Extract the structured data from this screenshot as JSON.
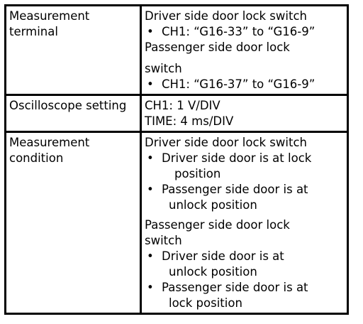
{
  "rows": [
    {
      "label": "Measurement terminal",
      "blocks": [
        {
          "heading": "Driver side door lock switch",
          "items": [
            "CH1: “G16-33” to “G16-9”"
          ]
        },
        {
          "heading_line1": "Passenger side door lock",
          "heading_line2": "switch",
          "items": [
            "CH1: “G16-37” to “G16-9”"
          ]
        }
      ]
    },
    {
      "label": "Oscilloscope setting",
      "lines": [
        "CH1: 1 V/DIV",
        "TIME: 4 ms/DIV"
      ]
    },
    {
      "label_line1": "Measurement",
      "label_line2": "condition",
      "blocks": [
        {
          "heading": "Driver side door lock switch",
          "items": [
            {
              "line1": "Driver side door is at lock",
              "line2": "position"
            },
            {
              "line1": "Passenger side door is at",
              "line2": "unlock position"
            }
          ]
        },
        {
          "heading_line1": "Passenger side door lock",
          "heading_line2": "switch",
          "items": [
            {
              "line1": "Driver side door is at",
              "line2": "unlock position"
            },
            {
              "line1": "Passenger side door is at",
              "line2": "lock position"
            }
          ]
        }
      ]
    }
  ],
  "bullet": "•"
}
